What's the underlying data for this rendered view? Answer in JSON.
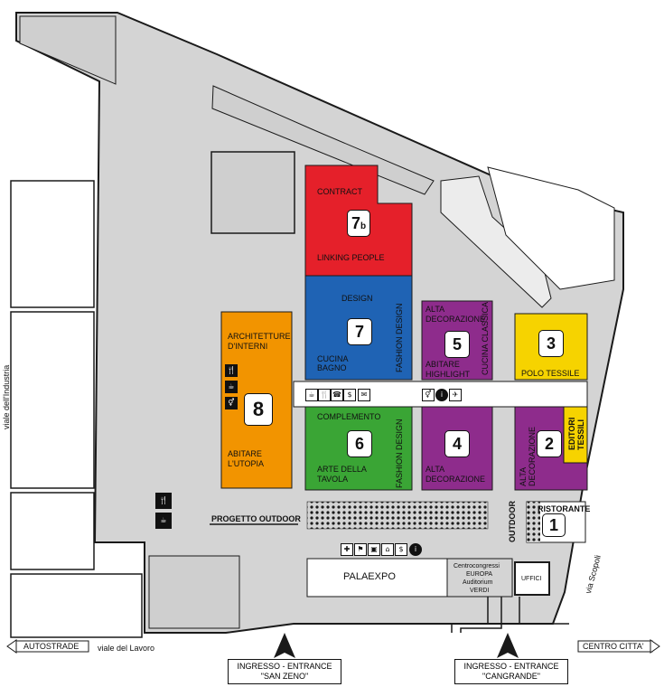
{
  "halls": {
    "h7b": {
      "number": "7",
      "sub": "b",
      "top_label": "CONTRACT",
      "bottom_label": "LINKING PEOPLE"
    },
    "h7": {
      "number": "7",
      "top_label": "DESIGN",
      "bottom_label_1": "CUCINA",
      "bottom_label_2": "BAGNO",
      "side_label": "FASHION DESIGN"
    },
    "h8": {
      "number": "8",
      "top_label_1": "ARCHITETTURE",
      "top_label_2": "D'INTERNI",
      "bottom_label_1": "ABITARE",
      "bottom_label_2": "L'UTOPIA"
    },
    "h6": {
      "number": "6",
      "top_label": "COMPLEMENTO",
      "bottom_label_1": "ARTE DELLA",
      "bottom_label_2": "TAVOLA",
      "side_label": "FASHION DESIGN"
    },
    "h5": {
      "number": "5",
      "top_label_1": "ALTA",
      "top_label_2": "DECORAZIONE",
      "bottom_label_1": "ABITARE",
      "bottom_label_2": "HIGHLIGHT",
      "side_label": "CUCINA CLASSICA"
    },
    "h4": {
      "number": "4",
      "bottom_label_1": "ALTA",
      "bottom_label_2": "DECORAZIONE"
    },
    "h3": {
      "number": "3",
      "bottom_label": "POLO TESSILE"
    },
    "h2": {
      "number": "2",
      "side_label_1": "ALTA",
      "side_label_2": "DECORAZIONE",
      "editori_1": "EDITORI",
      "editori_2": "TESSILI"
    },
    "h1": {
      "number": "1",
      "top_label": "RISTORANTE",
      "side_label": "OUTDOOR"
    }
  },
  "areas": {
    "progetto_outdoor": "PROGETTO OUTDOOR",
    "palaexpo": "PALAEXPO",
    "centro_1": "Centrocongressi",
    "centro_2": "EUROPA",
    "centro_3": "Auditorium",
    "centro_4": "VERDI",
    "uffici": "UFFICI"
  },
  "roads": {
    "autostrade": "AUTOSTRADE",
    "viale_lavoro": "viale del Lavoro",
    "centro_citta": "CENTRO CITTA'",
    "viale_industria": "viale dell'Industria",
    "via_scopoli": "via Scopoli"
  },
  "entrances": {
    "san_zeno_1": "INGRESSO - ENTRANCE",
    "san_zeno_2": "\"SAN ZENO\"",
    "cangrande_1": "INGRESSO - ENTRANCE",
    "cangrande_2": "\"CANGRANDE\""
  },
  "colors": {
    "background": "#d4d4d4",
    "outline": "#1a1a1a",
    "red": "#e5202a",
    "blue": "#1f63b4",
    "orange": "#f29400",
    "green": "#3aa535",
    "purple": "#8e2c8c",
    "yellow": "#f6d300",
    "white": "#ffffff"
  },
  "icons": {
    "corridor_left": [
      "coffee-icon",
      "restaurant-icon",
      "phone-icon",
      "atm-icon",
      "mail-icon"
    ],
    "corridor_right": [
      "toilets-icon",
      "info-icon",
      "airport-icon"
    ],
    "hall8": [
      "restaurant-icon",
      "coffee-icon",
      "toilets-icon"
    ],
    "left": [
      "restaurant-icon",
      "coffee-icon"
    ],
    "palaexpo": [
      "first-aid-icon",
      "police-icon",
      "luggage-icon",
      "cloakroom-icon",
      "atm-icon",
      "info-icon"
    ]
  }
}
